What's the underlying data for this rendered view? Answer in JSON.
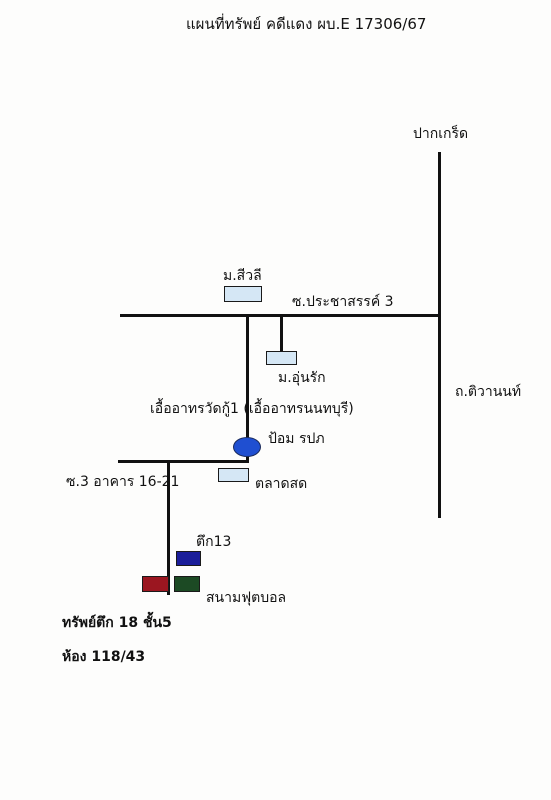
{
  "title": "แผนที่ทรัพย์ คดีแดง ผบ.E 17306/67",
  "roads": {
    "north_end": "ปากเกร็ด",
    "main_road": "ถ.ติวานนท์",
    "soi_top": "ซ.ประชาสรรค์ 3",
    "soi_bottom": "ซ.3 อาคาร 16-21"
  },
  "landmarks": {
    "village_a": "ม.สีวลี",
    "village_b": "ม.อุ่นรัก",
    "housing": "เอื้ออาทรวัดกู้1 (เอื้ออาทรนนทบุรี)",
    "police_box": "ป้อม รปภ",
    "market": "ตลาดสด",
    "building13": "ตึก13",
    "football_field": "สนามฟุตบอล"
  },
  "property": {
    "line1": "ทรัพย์ตึก 18 ชั้น5",
    "line2": "ห้อง 118/43"
  },
  "colors": {
    "box_fill": "#d5e7f5",
    "oval": "#1f4fd1",
    "building13": "#1b1e9a",
    "football_field": "#1c4a24",
    "property": "#9b1620"
  }
}
